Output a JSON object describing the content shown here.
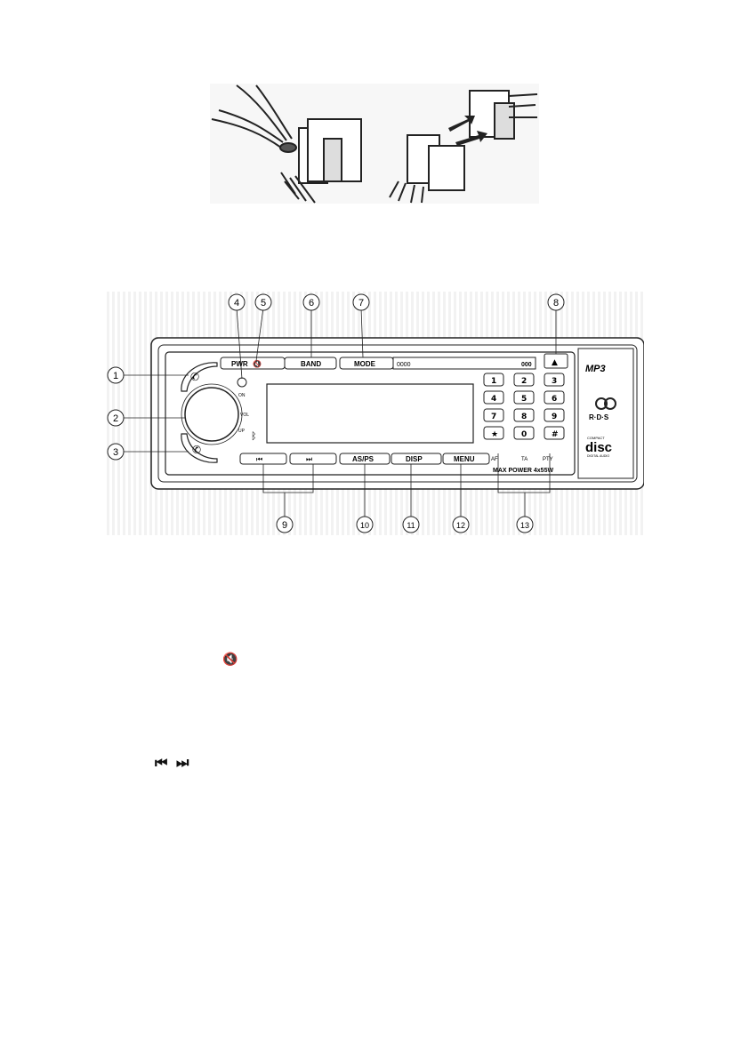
{
  "panel": {
    "buttons": {
      "pwr": "PWR",
      "band": "BAND",
      "mode": "MODE",
      "asps": "AS/PS",
      "disp": "DISP",
      "menu": "MENU",
      "prev": "⏮",
      "next": "⏭",
      "eject": "▲"
    },
    "knob": {
      "on": "ON",
      "vol": "VOL",
      "up": "UP"
    },
    "keypad": {
      "keys": [
        "1",
        "2",
        "3",
        "4",
        "5",
        "6",
        "7",
        "8",
        "9",
        "★",
        "0",
        "#"
      ],
      "sublabels": {
        "star": "AF",
        "zero": "TA",
        "hash": "PTY"
      }
    },
    "max_power": "MAX POWER 4x55W",
    "display_deco_left": "0000",
    "display_deco_right": "000",
    "logos": {
      "mp3": "MP3",
      "rds": "R·D·S",
      "disc": "disc",
      "compact": "COMPACT",
      "digital_audio": "DIGITAL AUDIO"
    }
  },
  "callouts": [
    "1",
    "2",
    "3",
    "4",
    "5",
    "6",
    "7",
    "8",
    "9",
    "10",
    "11",
    "12",
    "13"
  ],
  "notes": {
    "mute_icon": "🔇",
    "skip_icons": "⏮ ⏭"
  },
  "icons": [
    "wire-cutter-icon",
    "connector-icon",
    "arrow-icon",
    "phone-icon",
    "bluetooth-icon",
    "mute-icon",
    "skip-prev-icon",
    "skip-next-icon",
    "eject-icon"
  ]
}
